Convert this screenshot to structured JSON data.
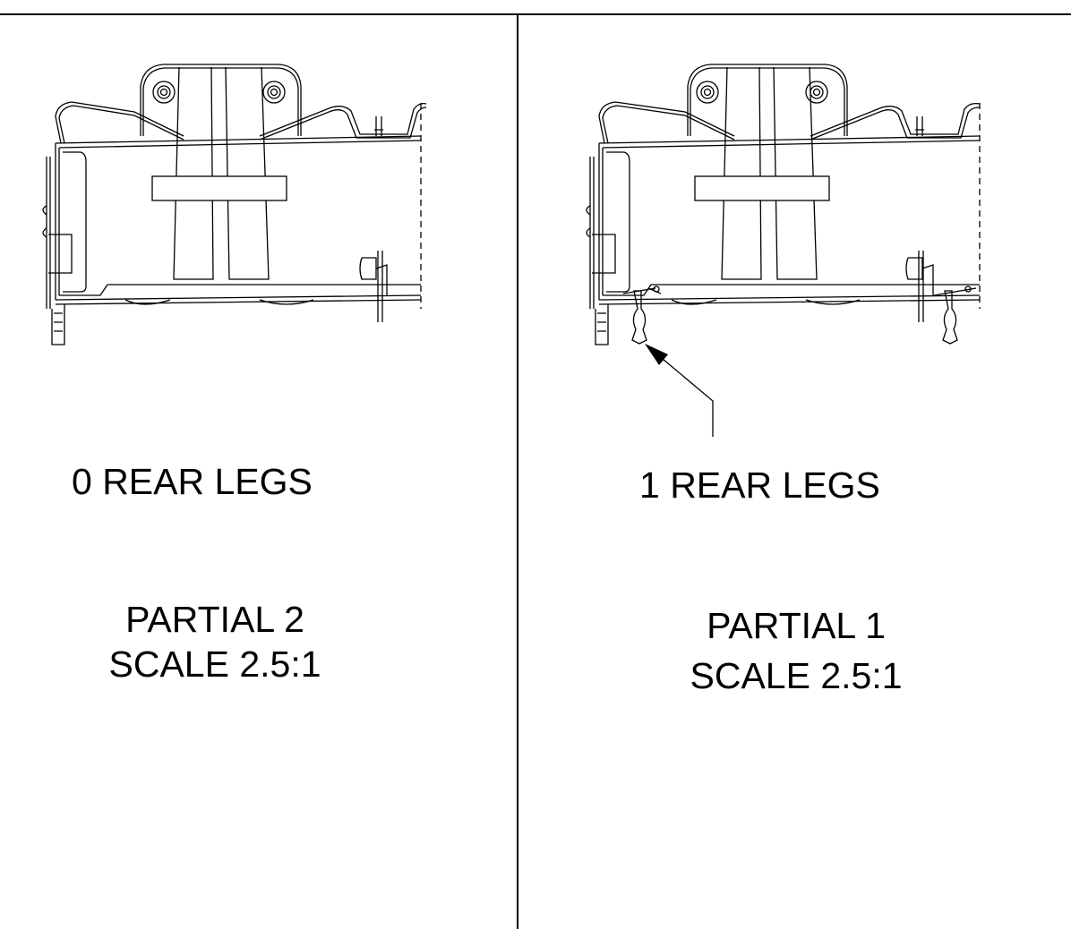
{
  "panels": [
    {
      "id": "partial-2",
      "legs_label": "0 REAR LEGS",
      "partial_title": "PARTIAL 2",
      "scale_label": "SCALE 2.5:1",
      "rear_legs_count": 0
    },
    {
      "id": "partial-1",
      "legs_label": "1 REAR LEGS",
      "partial_title": "PARTIAL 1",
      "scale_label": "SCALE 2.5:1",
      "rear_legs_count": 1
    }
  ],
  "colors": {
    "line": "#000000",
    "background": "#ffffff"
  }
}
